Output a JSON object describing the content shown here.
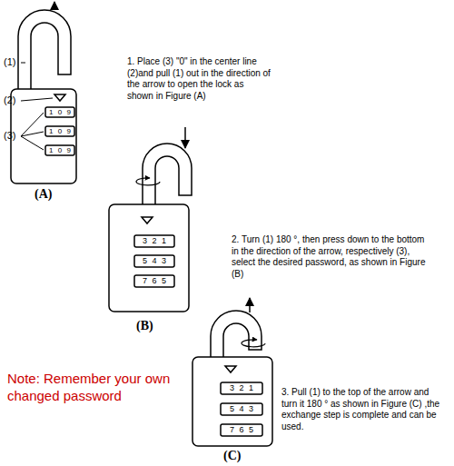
{
  "diagram": {
    "labels": [
      "1. Place (3) \"0\" in the center line (2)and pull (1) out in the direction of the arrow to open the lock as shown in Figure (A)",
      "(1)",
      "(2)",
      "(3)",
      "1 0 9",
      "1 0 9",
      "1 0 9",
      "(A)",
      "2. Turn (1) 180 °, then press down to the bottom in the direction of the arrow, respectively (3), select the desired password, as shown in Figure (B)",
      "3 2 1",
      "5 4 3",
      "7 6 5",
      "(B)",
      "Note: Remember your own changed password",
      "3. Pull (1) to the top of the arrow and turn it 180 ° as shown in Figure (C) ,the exchange step is complete and can be used.",
      "3 2 1",
      "5 4 3",
      "7 6 5",
      "(C)"
    ]
  }
}
